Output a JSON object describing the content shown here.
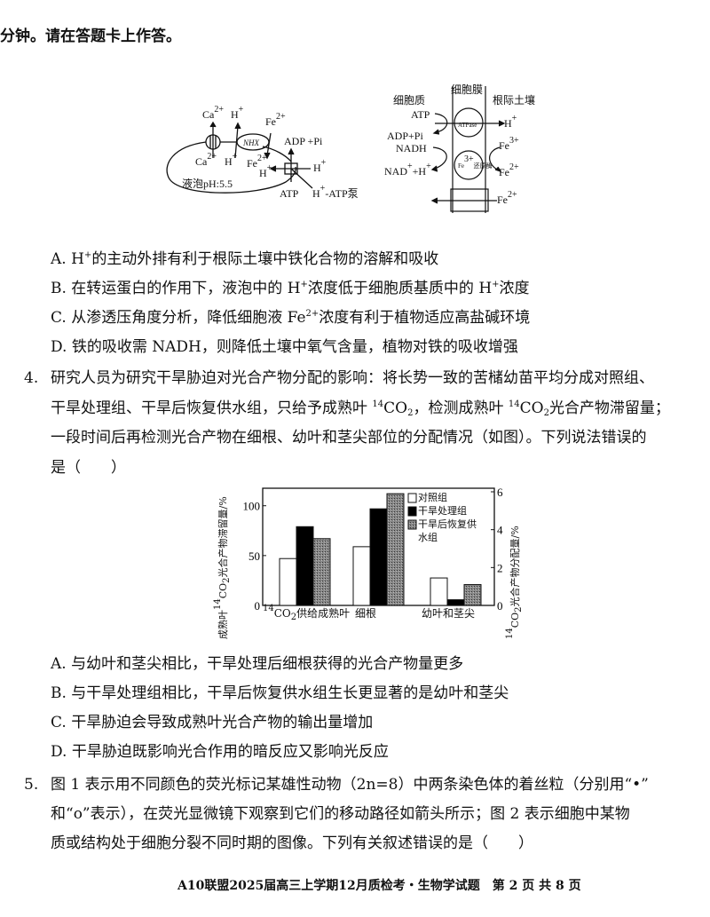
{
  "header": {
    "text": "分钟。请在答题卡上作答。"
  },
  "diagram1": {
    "ca_top": [
      [
        "Ca",
        ""
      ],
      [
        "2+",
        "sup"
      ]
    ],
    "h_top": [
      [
        "H",
        ""
      ],
      [
        "+",
        "sup"
      ]
    ],
    "fe_top": [
      [
        "Fe",
        ""
      ],
      [
        "2+",
        "sup"
      ]
    ],
    "adp": [
      [
        "ADP +Pi",
        ""
      ]
    ],
    "nhx": [
      [
        "NHX",
        ""
      ]
    ],
    "ca_bottom": [
      [
        "Ca",
        ""
      ],
      [
        "2+",
        "sup"
      ]
    ],
    "h_bottom": [
      [
        "H",
        ""
      ],
      [
        "+",
        "sup"
      ]
    ],
    "fe_mid": [
      [
        "Fe",
        ""
      ],
      [
        "2+",
        "sup"
      ]
    ],
    "h_left": [
      [
        "H",
        ""
      ],
      [
        "+",
        "sup"
      ]
    ],
    "h_right": [
      [
        "H",
        ""
      ],
      [
        "+",
        "sup"
      ]
    ],
    "vacuole_ph": [
      [
        "液泡pH:5.5",
        ""
      ]
    ],
    "atp": [
      [
        "ATP",
        ""
      ]
    ],
    "pump": [
      [
        "H",
        ""
      ],
      [
        "+",
        "sup"
      ],
      [
        "-ATP泵",
        ""
      ]
    ]
  },
  "diagram2": {
    "cytoplasm": [
      [
        "细胞质",
        ""
      ]
    ],
    "membrane": [
      [
        "细胞膜",
        ""
      ]
    ],
    "soil": [
      [
        "根际土壤",
        ""
      ]
    ],
    "atp": [
      [
        "ATP",
        ""
      ]
    ],
    "adp": [
      [
        "ADP+Pi",
        ""
      ]
    ],
    "nadh": [
      [
        "NADH",
        ""
      ]
    ],
    "nad": [
      [
        "NAD",
        ""
      ],
      [
        "+",
        "sup"
      ],
      [
        "+H",
        ""
      ],
      [
        "+",
        "sup"
      ]
    ],
    "h_out": [
      [
        "H",
        ""
      ],
      [
        "+",
        "sup"
      ]
    ],
    "atpase": [
      [
        "ATPase",
        ""
      ]
    ],
    "fe3": [
      [
        "Fe",
        ""
      ],
      [
        "3+",
        "sup"
      ]
    ],
    "fe2": [
      [
        "Fe",
        ""
      ],
      [
        "2+",
        "sup"
      ]
    ],
    "reductase": [
      [
        "Fe",
        ""
      ],
      [
        "3+",
        "sup"
      ],
      [
        "还原酶",
        ""
      ]
    ],
    "fe2_bottom": [
      [
        "Fe",
        ""
      ],
      [
        "2+",
        "sup"
      ]
    ]
  },
  "q3_options": [
    [
      [
        "A.  ",
        ""
      ],
      [
        "H",
        ""
      ],
      [
        "+",
        "sup"
      ],
      [
        "的主动外排有利于根际土壤中铁化合物的溶解和吸收",
        ""
      ]
    ],
    [
      [
        "B.  在转运蛋白的作用下，液泡中的 H",
        ""
      ],
      [
        "+",
        "sup"
      ],
      [
        "浓度低于细胞质基质中的 H",
        ""
      ],
      [
        "+",
        "sup"
      ],
      [
        "浓度",
        ""
      ]
    ],
    [
      [
        "C.  从渗透压角度分析，降低细胞液 Fe",
        ""
      ],
      [
        "2+",
        "sup"
      ],
      [
        "浓度有利于植物适应高盐碱环境",
        ""
      ]
    ],
    [
      [
        "D.  铁的吸收需 NADH，则降低土壤中氧气含量，植物对铁的吸收增强",
        ""
      ]
    ]
  ],
  "q4": {
    "number": "4.",
    "lines": [
      [
        [
          "研究人员为研究干旱胁迫对光合产物分配的影响：将长势一致的苦槠幼苗平均分成对照组、",
          ""
        ]
      ],
      [
        [
          "干旱处理组、干旱后恢复供水组，只给予成熟叶 ",
          ""
        ],
        [
          "14",
          "sup"
        ],
        [
          "CO",
          ""
        ],
        [
          "2",
          "sub"
        ],
        [
          "，检测成熟叶 ",
          ""
        ],
        [
          "14",
          "sup"
        ],
        [
          "CO",
          ""
        ],
        [
          "2",
          "sub"
        ],
        [
          "光合产物滞留量；",
          ""
        ]
      ],
      [
        [
          "一段时间后再检测光合产物在细根、幼叶和茎尖部位的分配情况（如图）。下列说法错误的",
          ""
        ]
      ],
      [
        [
          "是（　　）",
          ""
        ]
      ]
    ],
    "options": [
      [
        [
          "A.  与幼叶和茎尖相比，干旱处理后细根获得的光合产物量更多",
          ""
        ]
      ],
      [
        [
          "B.  与干旱处理组相比，干旱后恢复供水组生长更显著的是幼叶和茎尖",
          ""
        ]
      ],
      [
        [
          "C.  干旱胁迫会导致成熟叶光合产物的输出量增加",
          ""
        ]
      ],
      [
        [
          "D.  干旱胁迫既影响光合作用的暗反应又影响光反应",
          ""
        ]
      ]
    ]
  },
  "q5": {
    "number": "5.",
    "lines": [
      [
        [
          "图 1 表示用不同颜色的荧光标记某雄性动物（2n=8）中两条染色体的着丝粒（分别用“•”",
          ""
        ]
      ],
      [
        [
          "和“o”表示），在荧光显微镜下观察到它们的移动路径如箭头所示；图 2 表示细胞中某物",
          ""
        ]
      ],
      [
        [
          "质或结构处于细胞分裂不同时期的图像。下列有关叙述错误的是（　　）",
          ""
        ]
      ]
    ]
  },
  "footer": {
    "text": "A10联盟2025届高三上学期12月质检考・生物学试题　第 2 页 共 8 页"
  },
  "chart_data": {
    "type": "bar",
    "categories": [
      "14CO2供给成熟叶",
      "细根",
      "幼叶和茎尖"
    ],
    "category_labels": [
      [
        [
          "14",
          "sup"
        ],
        [
          "CO",
          ""
        ],
        [
          "2",
          "sub"
        ],
        [
          "供给成熟叶",
          ""
        ]
      ],
      [
        [
          "细根",
          ""
        ]
      ],
      [
        [
          "幼叶和茎尖",
          ""
        ]
      ]
    ],
    "category_axis": [
      "left",
      "right",
      "right"
    ],
    "series": [
      {
        "name": "对照组",
        "fill": "#ffffff",
        "values": [
          47,
          3.1,
          1.45
        ]
      },
      {
        "name": "干旱处理组",
        "fill": "#000000",
        "values": [
          79,
          5.1,
          0.3
        ]
      },
      {
        "name": "干旱后恢复供水组",
        "fill": "#777777",
        "values": [
          67,
          5.9,
          1.1
        ]
      }
    ],
    "legend_labels": [
      "对照组",
      "干旱处理组",
      "干旱后恢复供",
      "水组"
    ],
    "ylabel_left": [
      [
        "成熟叶",
        ""
      ],
      [
        "14",
        "sup"
      ],
      [
        "CO",
        ""
      ],
      [
        "2",
        "sub"
      ],
      [
        "光合产物滞留量/%",
        ""
      ]
    ],
    "ylabel_right": [
      [
        "14",
        "sup"
      ],
      [
        "CO",
        ""
      ],
      [
        "2",
        "sub"
      ],
      [
        "光合产物分配量/%",
        ""
      ]
    ],
    "yticks_left": [
      "0",
      "50",
      "100"
    ],
    "yticks_right": [
      "0",
      "2",
      "4",
      "6"
    ],
    "ylim_left": [
      0,
      114
    ],
    "ylim_right": [
      0,
      6
    ],
    "legend_position": "top-right"
  }
}
